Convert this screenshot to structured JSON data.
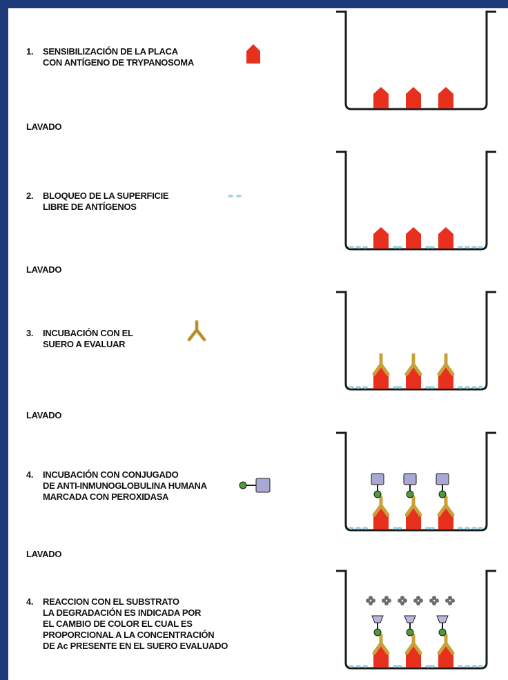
{
  "steps": [
    {
      "number": "1.",
      "lines": [
        "SENSIBILIZACIÓN DE LA PLACA",
        "CON ANTÍGENO DE TRYPANOSOMA"
      ]
    },
    {
      "number": "2.",
      "lines": [
        "BLOQUEO DE LA SUPERFICIE",
        "LIBRE DE ANTÍGENOS"
      ]
    },
    {
      "number": "3.",
      "lines": [
        "INCUBACIÓN CON EL",
        "SUERO A EVALUAR"
      ]
    },
    {
      "number": "4.",
      "lines": [
        "INCUBACIÓN CON CONJUGADO",
        "DE ANTI-INMUNOGLOBULINA HUMANA",
        "MARCADA CON PEROXIDASA"
      ]
    },
    {
      "number": "4.",
      "lines": [
        "REACCION CON EL SUBSTRATO",
        "LA DEGRADACIÓN ES INDICADA POR",
        "EL CAMBIO DE COLOR EL CUAL ES",
        "PROPORCIONAL A LA CONCENTRACIÓN",
        "DE Ac PRESENTE EN EL SUERO EVALUADO"
      ]
    }
  ],
  "wash_label": "LAVADO",
  "colors": {
    "antigen": "#e8301e",
    "antibody": "#c9a13a",
    "enzyme": "#a9a8d4",
    "blocker": "#9fd3e6",
    "product": "#6d6d6d",
    "frame": "#1c3a78"
  }
}
